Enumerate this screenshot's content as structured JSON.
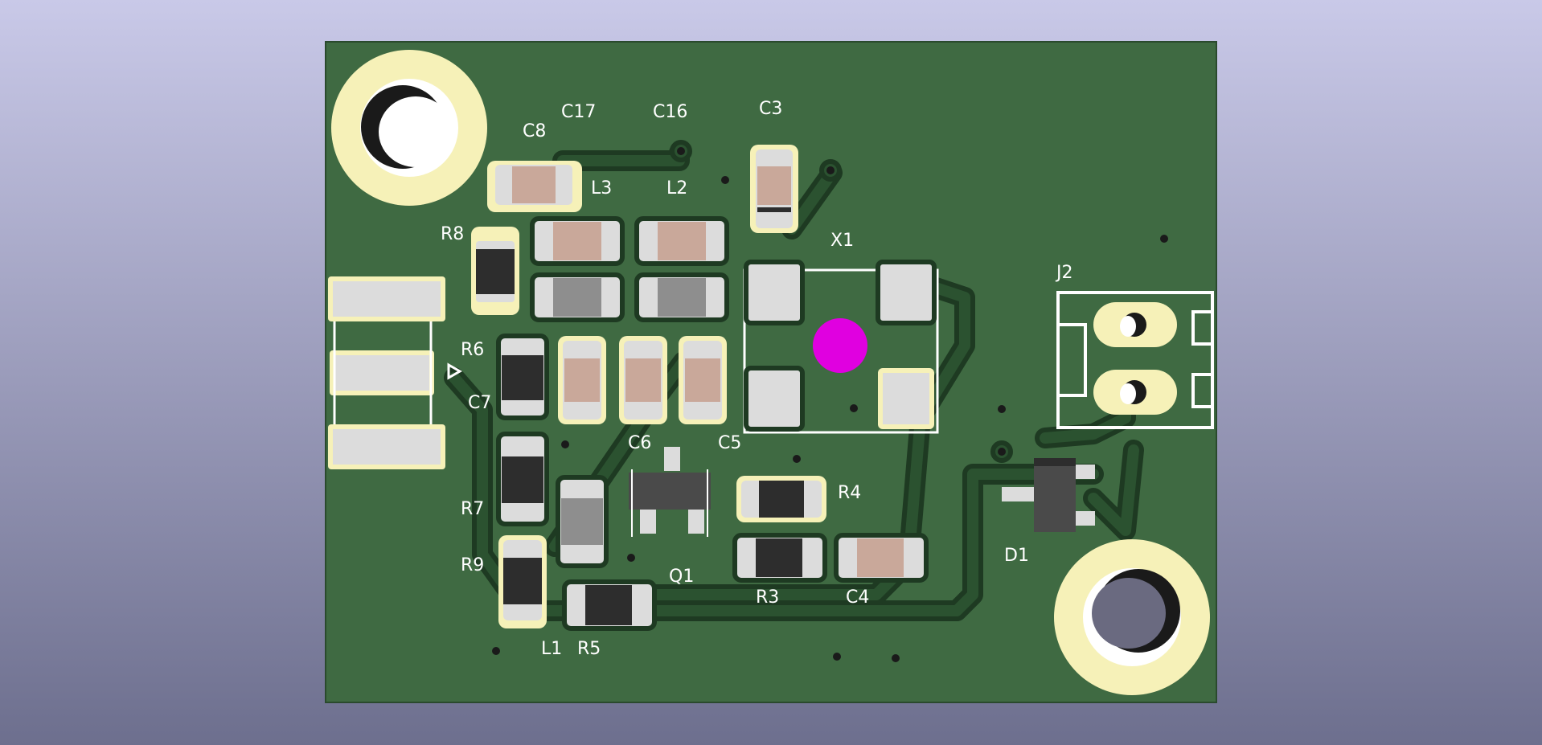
{
  "colors": {
    "background_top": "#c9c9e8",
    "background_bottom": "#6d6f8e",
    "board": "#3f6a42",
    "copper_track": "#2b5230",
    "track_outline": "#1e3a22",
    "pad_gold": "#f6f1b8",
    "pad_silver": "#dcdcdc",
    "ceramic": "#c9a89a",
    "resistor_body": "#2d2d2d",
    "silkscreen": "#ffffff",
    "marker": "#e000e0",
    "hole": "#1a1a1a"
  },
  "references": {
    "C17": "C17",
    "C16": "C16",
    "C8": "C8",
    "C3": "C3",
    "L3": "L3",
    "L2": "L2",
    "R8": "R8",
    "X1": "X1",
    "J2": "J2",
    "R6": "R6",
    "C7": "C7",
    "C6": "C6",
    "C5": "C5",
    "R4": "R4",
    "R7": "R7",
    "R9": "R9",
    "Q1": "Q1",
    "R3": "R3",
    "C4": "C4",
    "D1": "D1",
    "L1": "L1",
    "R5": "R5"
  },
  "icons": {
    "marker": "origin-marker",
    "hole": "mounting-hole-icon"
  }
}
